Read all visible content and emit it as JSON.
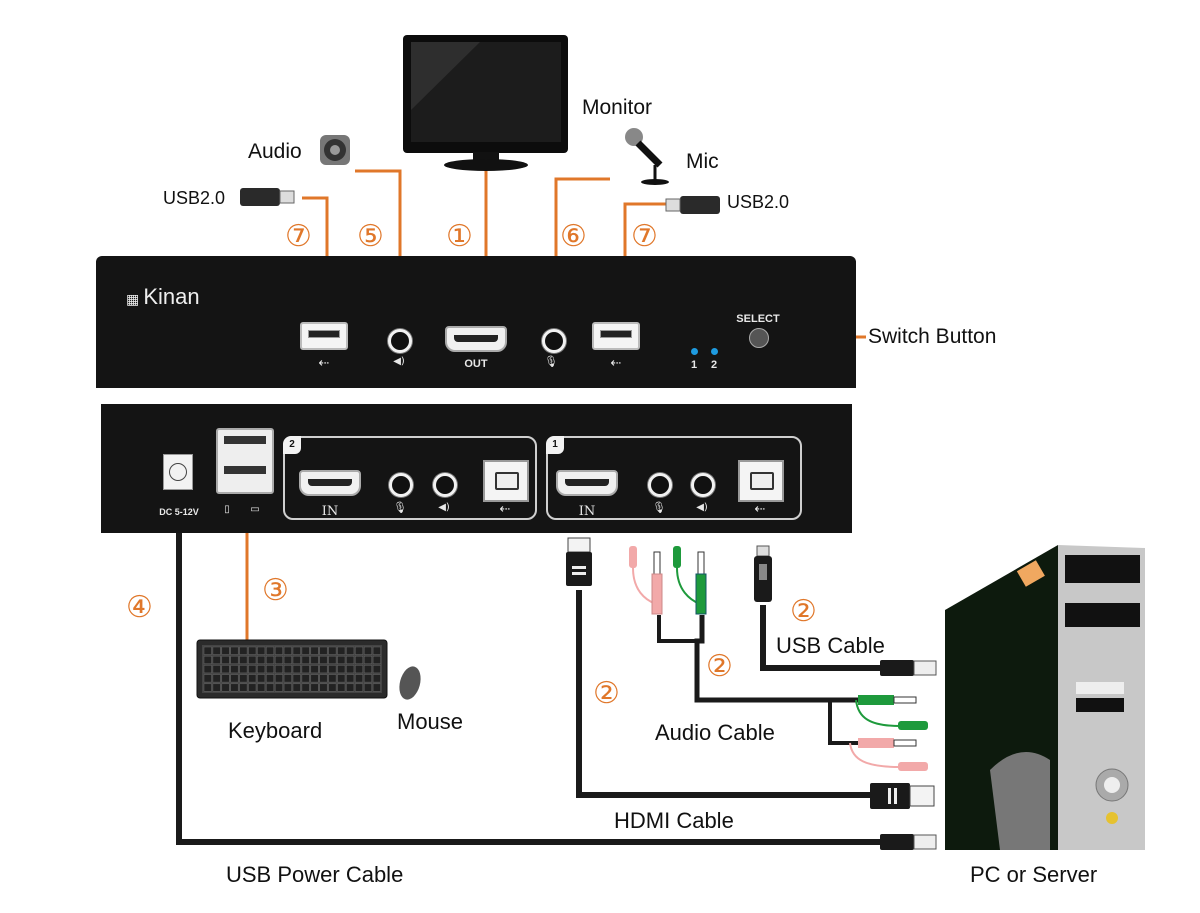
{
  "brand": "Kinan",
  "devices": {
    "monitor": "Monitor",
    "audio": "Audio",
    "mic": "Mic",
    "usb_left": "USB2.0",
    "usb_right": "USB2.0",
    "keyboard": "Keyboard",
    "mouse": "Mouse",
    "pc": "PC or Server"
  },
  "front_panel": {
    "out_label": "OUT",
    "select_label": "SELECT",
    "led_labels": [
      "1",
      "2"
    ],
    "switch_button_label": "Switch  Button"
  },
  "back_panel": {
    "power_label": "DC 5-12V",
    "groups": [
      {
        "tag": "2",
        "in_label": "IN"
      },
      {
        "tag": "1",
        "in_label": "IN"
      }
    ]
  },
  "cables": {
    "usb_cable": "USB Cable",
    "audio_cable": "Audio Cable",
    "hdmi_cable": "HDMI Cable",
    "usb_power_cable": "USB Power Cable"
  },
  "callouts": {
    "n1": "①",
    "n2": "②",
    "n3": "③",
    "n4": "④",
    "n5": "⑤",
    "n6": "⑥",
    "n7": "⑦"
  },
  "icons": {
    "usb": "⇠",
    "speaker": "◀)",
    "mic": "🎙"
  },
  "colors": {
    "accent_orange": "#e0772a",
    "panel_black": "#141414",
    "led_blue": "#1e9be0",
    "mic_plug_pink": "#f2a9a9",
    "audio_plug_green": "#1e9a3c"
  }
}
